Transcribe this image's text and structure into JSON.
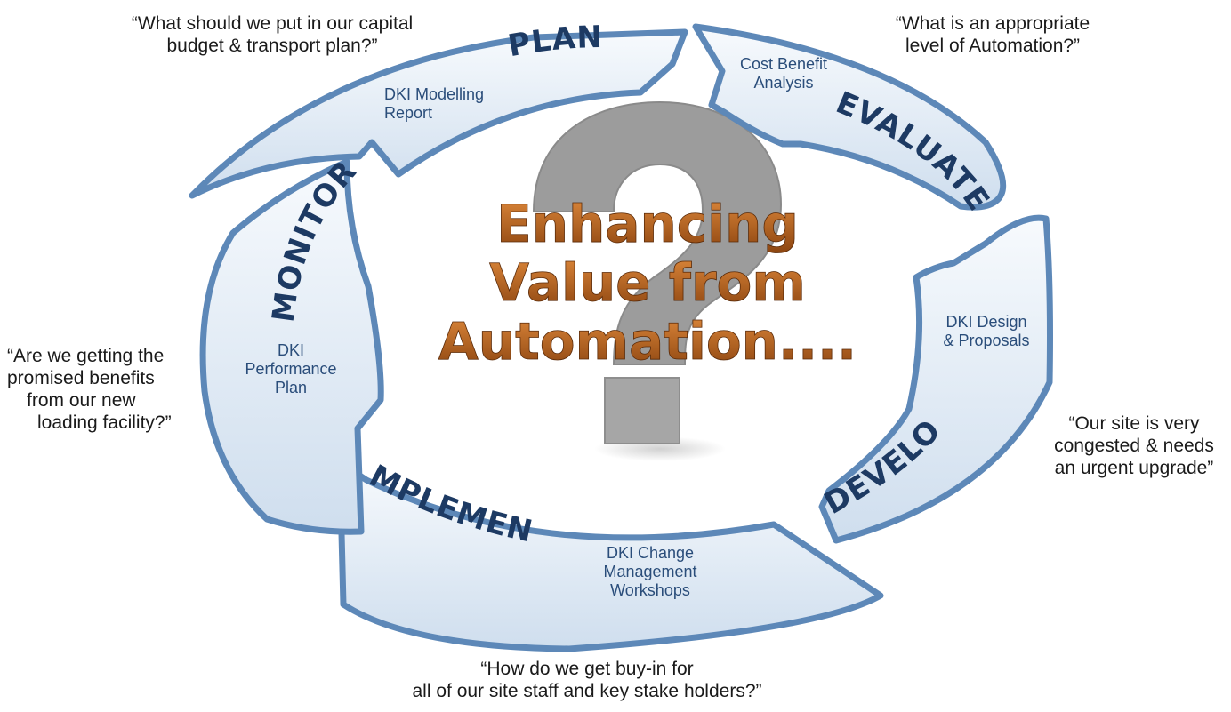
{
  "colors": {
    "arrow_fill": "#e3edf6",
    "arrow_edge": "#5d88b8",
    "stage_label": "#1d3a63",
    "deliverable_text": "#2a4d7a",
    "center_title_light": "#d77d34",
    "center_title_dark": "#7a3a0e",
    "question_mark": "#9a9a9a",
    "quote_text": "#1a1a1a"
  },
  "center": {
    "icon": "question-mark-icon",
    "title_lines": [
      "Enhancing",
      "Value from",
      "Automation...."
    ]
  },
  "stages": [
    {
      "key": "plan",
      "label": "PLAN",
      "deliverable": [
        "DKI Modelling",
        "Report"
      ]
    },
    {
      "key": "evaluate",
      "label": "EVALUATE",
      "deliverable": [
        "Cost Benefit",
        "Analysis"
      ]
    },
    {
      "key": "develop",
      "label": "DEVELOP",
      "deliverable": [
        "DKI Design",
        "& Proposals"
      ]
    },
    {
      "key": "implement",
      "label": "IMPLEMENT",
      "deliverable": [
        "DKI Change",
        "Management",
        "Workshops"
      ]
    },
    {
      "key": "monitor",
      "label": "MONITOR",
      "deliverable": [
        "DKI",
        "Performance",
        "Plan"
      ]
    }
  ],
  "quotes": {
    "plan": [
      "“What should we put in our capital",
      "budget & transport plan?”"
    ],
    "evaluate": [
      "“What is an appropriate",
      "level of Automation?”"
    ],
    "develop": [
      "“Our site is very",
      "congested & needs",
      "an urgent upgrade”"
    ],
    "implement": [
      "“How do we get buy-in for",
      "all of our site staff and key stake holders?”"
    ],
    "monitor": [
      "“Are we getting the",
      "promised benefits",
      "from our new",
      "loading facility?”"
    ]
  }
}
